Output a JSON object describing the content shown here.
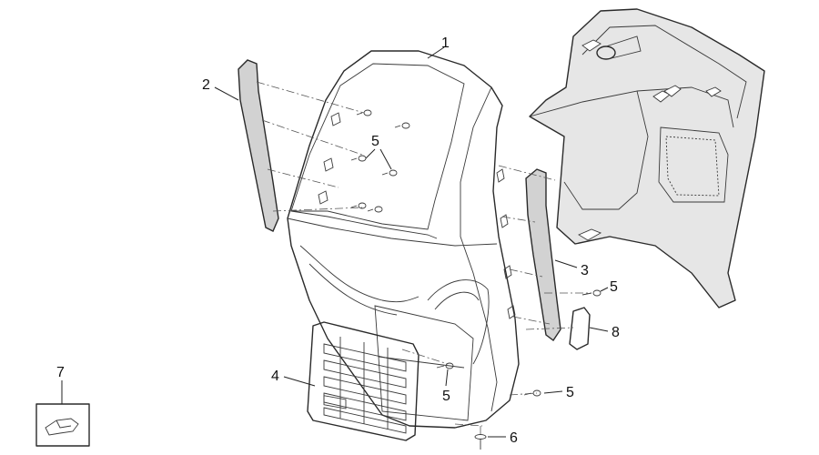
{
  "diagram": {
    "callouts": {
      "c1": "1",
      "c2": "2",
      "c3": "3",
      "c4": "4",
      "c5a": "5",
      "c5b": "5",
      "c5c": "5",
      "c5d": "5",
      "c6": "6",
      "c7": "7",
      "c8": "8"
    }
  },
  "colors": {
    "line": "#2a2a2a",
    "strip_fill": "#d2d2d2",
    "shade": "#e6e6e6",
    "background": "#ffffff"
  }
}
